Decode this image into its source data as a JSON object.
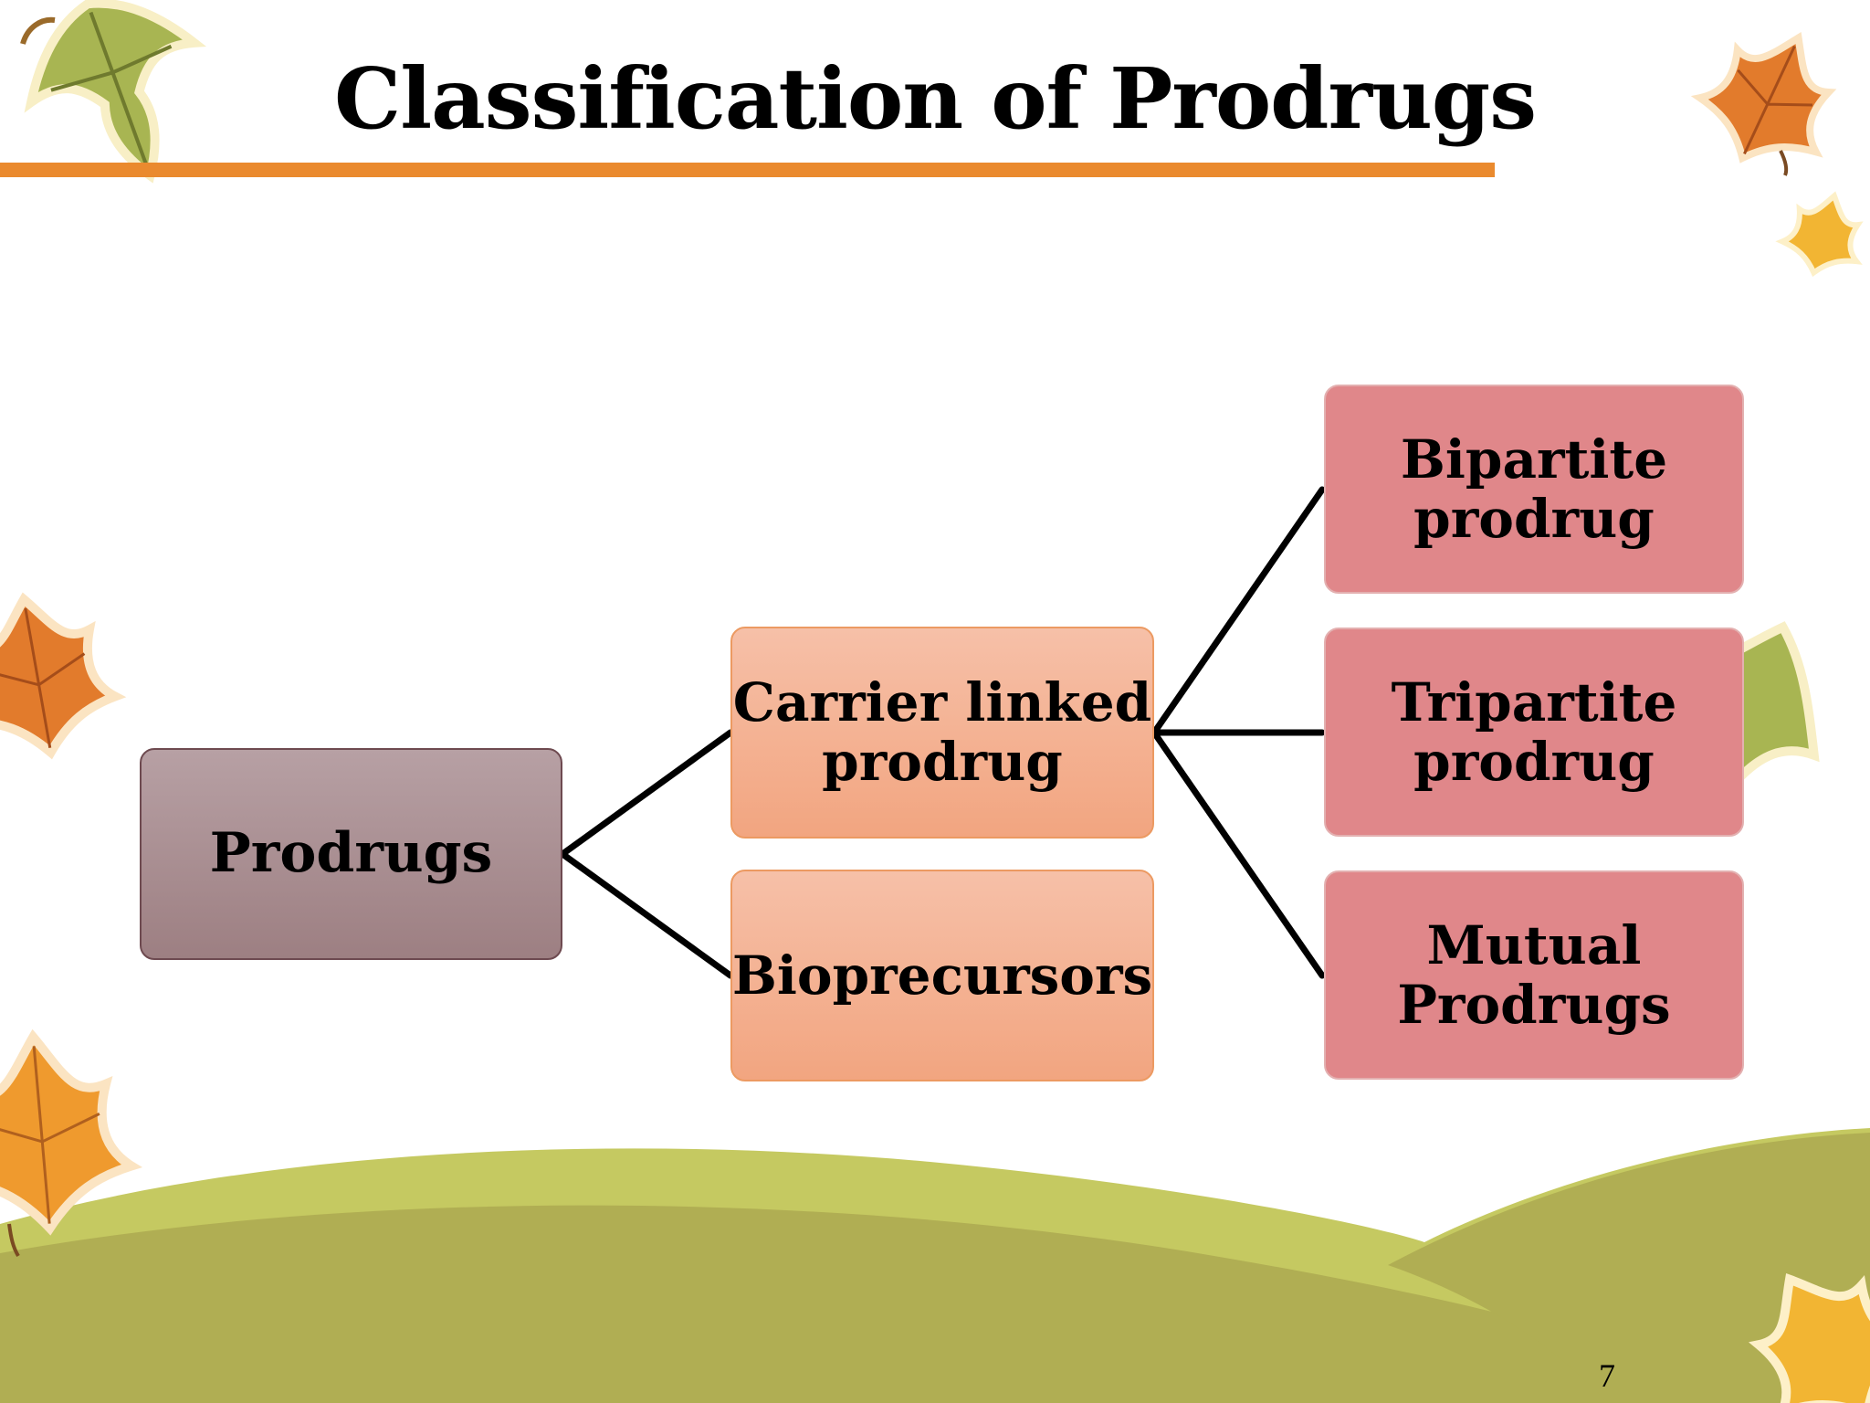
{
  "slide": {
    "title": "Classification of Prodrugs",
    "page_number": "7"
  },
  "diagram": {
    "root": {
      "label": "Prodrugs"
    },
    "level1": [
      {
        "label_line1": "Carrier linked",
        "label_line2": "prodrug"
      },
      {
        "label_line1": "Bioprecursors"
      }
    ],
    "level2": [
      {
        "label_line1": "Bipartite",
        "label_line2": "prodrug"
      },
      {
        "label_line1": "Tripartite",
        "label_line2": "prodrug"
      },
      {
        "label_line1": "Mutual",
        "label_line2": "Prodrugs"
      }
    ]
  },
  "colors": {
    "title_rule": "#ea8a2e",
    "root_fill": "#a88a8e",
    "level1_fill": "#f4b090",
    "level2_fill": "#e0878a",
    "hill_light": "#c5c961",
    "hill_dark": "#b0ae53",
    "connector": "#000000"
  },
  "decorations": [
    "leaf-icon",
    "hill-background"
  ]
}
